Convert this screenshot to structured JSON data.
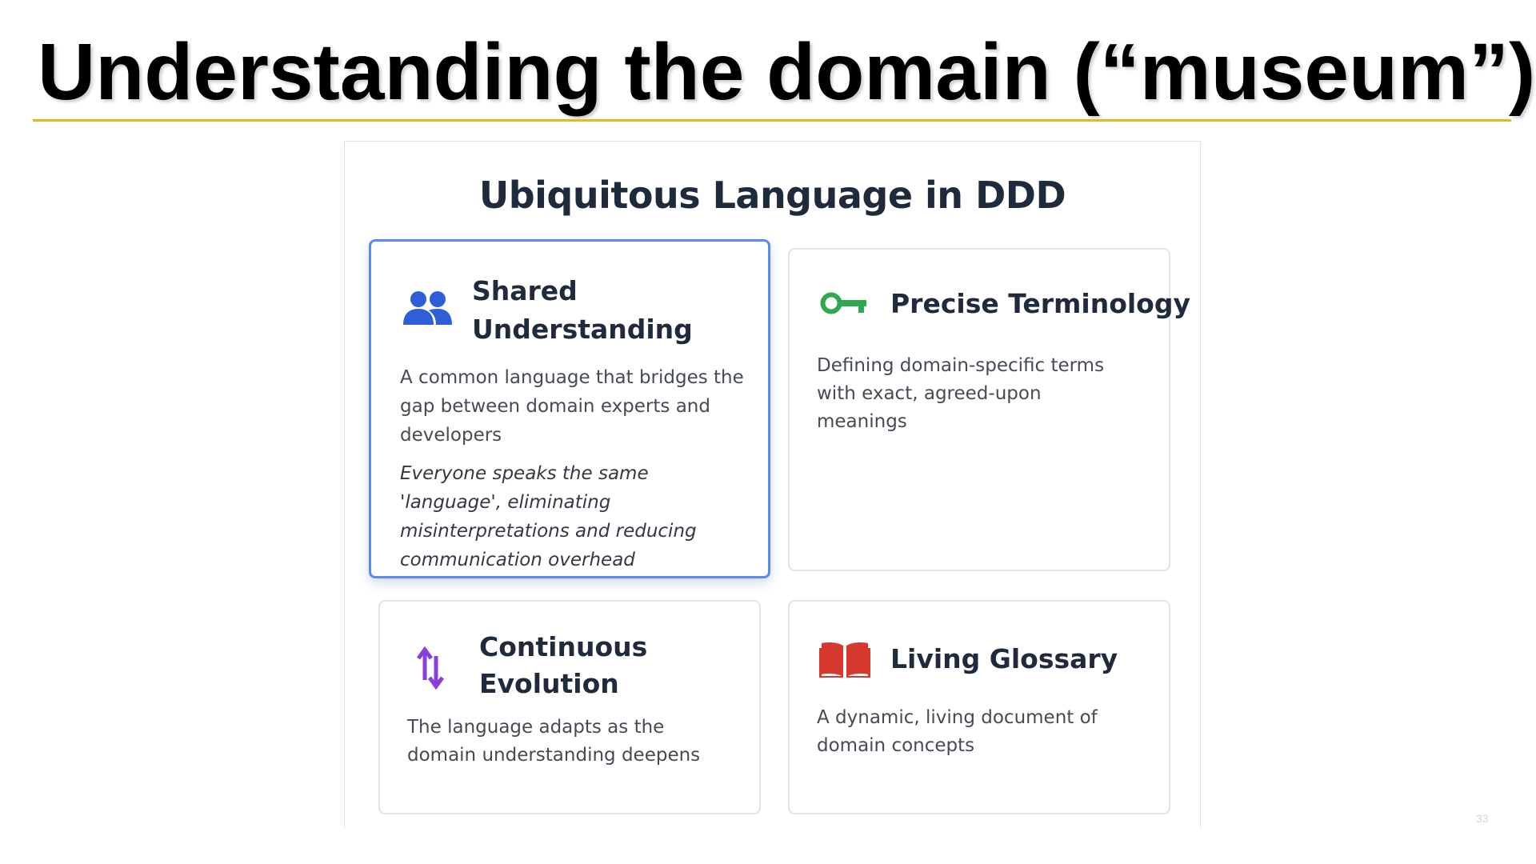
{
  "slide": {
    "title": "Understanding the domain (“museum”)",
    "page_number": "33"
  },
  "panel": {
    "title": "Ubiquitous Language in DDD",
    "cards": [
      {
        "title": "Shared Understanding",
        "icon": "users-icon",
        "icon_color": "#2f5fd8",
        "description": "A common language that bridges the gap between domain experts and developers",
        "detail": "Everyone speaks the same 'language', eliminating misinterpretations and reducing communication overhead",
        "highlighted": true
      },
      {
        "title": "Precise Terminology",
        "icon": "key-icon",
        "icon_color": "#2fa84f",
        "description": "Defining domain-specific terms with exact, agreed-upon meanings"
      },
      {
        "title": "Continuous Evolution",
        "icon": "arrows-up-down-icon",
        "icon_color": "#8a3fd8",
        "description": "The language adapts as the domain understanding deepens"
      },
      {
        "title": "Living Glossary",
        "icon": "book-open-icon",
        "icon_color": "#d63a2f",
        "description": "A dynamic, living document of domain concepts"
      }
    ]
  },
  "colors": {
    "title_rule": "#e8b81c",
    "active_card_border": "#5b8bf0"
  }
}
